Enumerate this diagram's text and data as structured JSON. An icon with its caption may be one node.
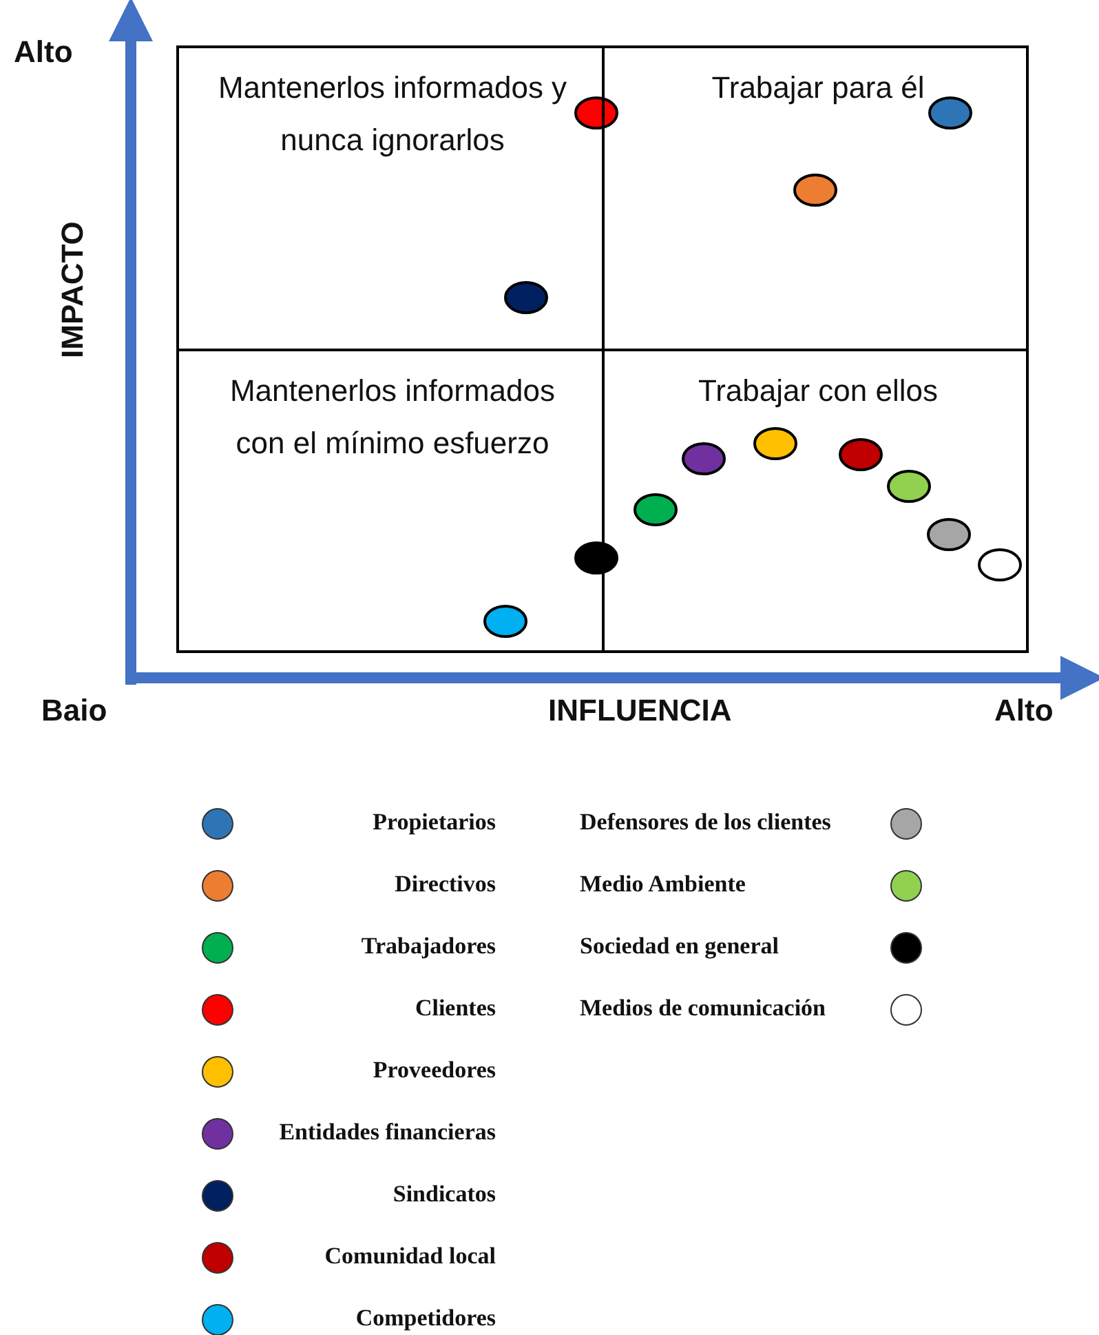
{
  "diagram": {
    "nodes": [
      {
        "text": [
          "Mantenerlos informados y nunca ignorarlos"
        ]
      },
      {
        "text": [
          "Trabajar para él"
        ]
      },
      {
        "text": [
          "Mantenerlos informados con el mínimo esfuerzo"
        ]
      },
      {
        "text": [
          "Trabajar con ellos"
        ]
      }
    ],
    "labels": [
      "Alto",
      "IMPACTO",
      "Baio",
      "INFLUENCIA",
      "Alto"
    ],
    "legend": [
      {
        "text": "Propietarios",
        "color": "#2e75b6"
      },
      {
        "text": "Directivos",
        "color": "#ed7d31"
      },
      {
        "text": "Trabajadores",
        "color": "#00b050"
      },
      {
        "text": "Clientes",
        "color": "#ff0000"
      },
      {
        "text": "Proveedores",
        "color": "#ffc000"
      },
      {
        "text": "Entidades financieras",
        "color": "#7030a0"
      },
      {
        "text": "Sindicatos",
        "color": "#002060"
      },
      {
        "text": "Comunidad local",
        "color": "#c00000"
      },
      {
        "text": "Competidores",
        "color": "#00b0f0"
      },
      {
        "text": "Defensores de los clientes",
        "color": "#a6a6a6"
      },
      {
        "text": "Medio Ambiente",
        "color": "#92d050"
      },
      {
        "text": "Sociedad en general",
        "color": "#000000"
      },
      {
        "text": "Medios de comunicación",
        "color": "#ffffff"
      }
    ]
  }
}
